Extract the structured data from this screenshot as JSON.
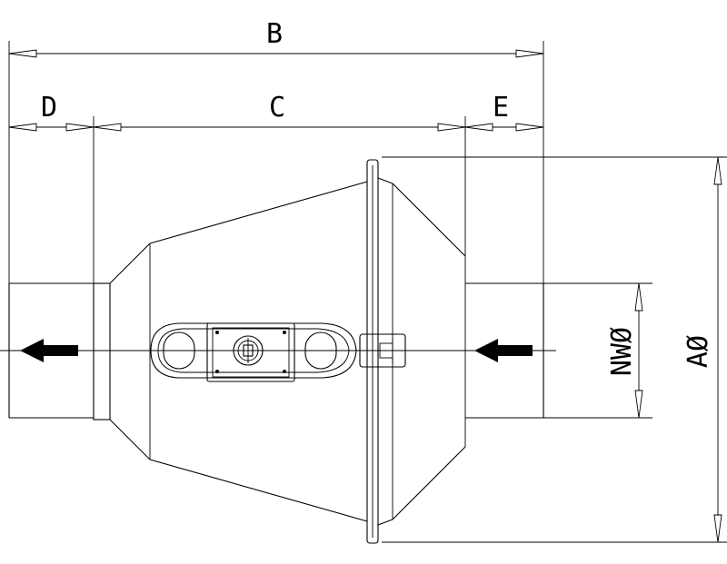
{
  "dimensions": {
    "B": "B",
    "C": "C",
    "D": "D",
    "E": "E",
    "nw_diameter": "NWØ",
    "a_diameter": "AØ"
  },
  "flow_direction": "right-to-left",
  "colors": {
    "line": "#000000",
    "background": "#ffffff"
  }
}
